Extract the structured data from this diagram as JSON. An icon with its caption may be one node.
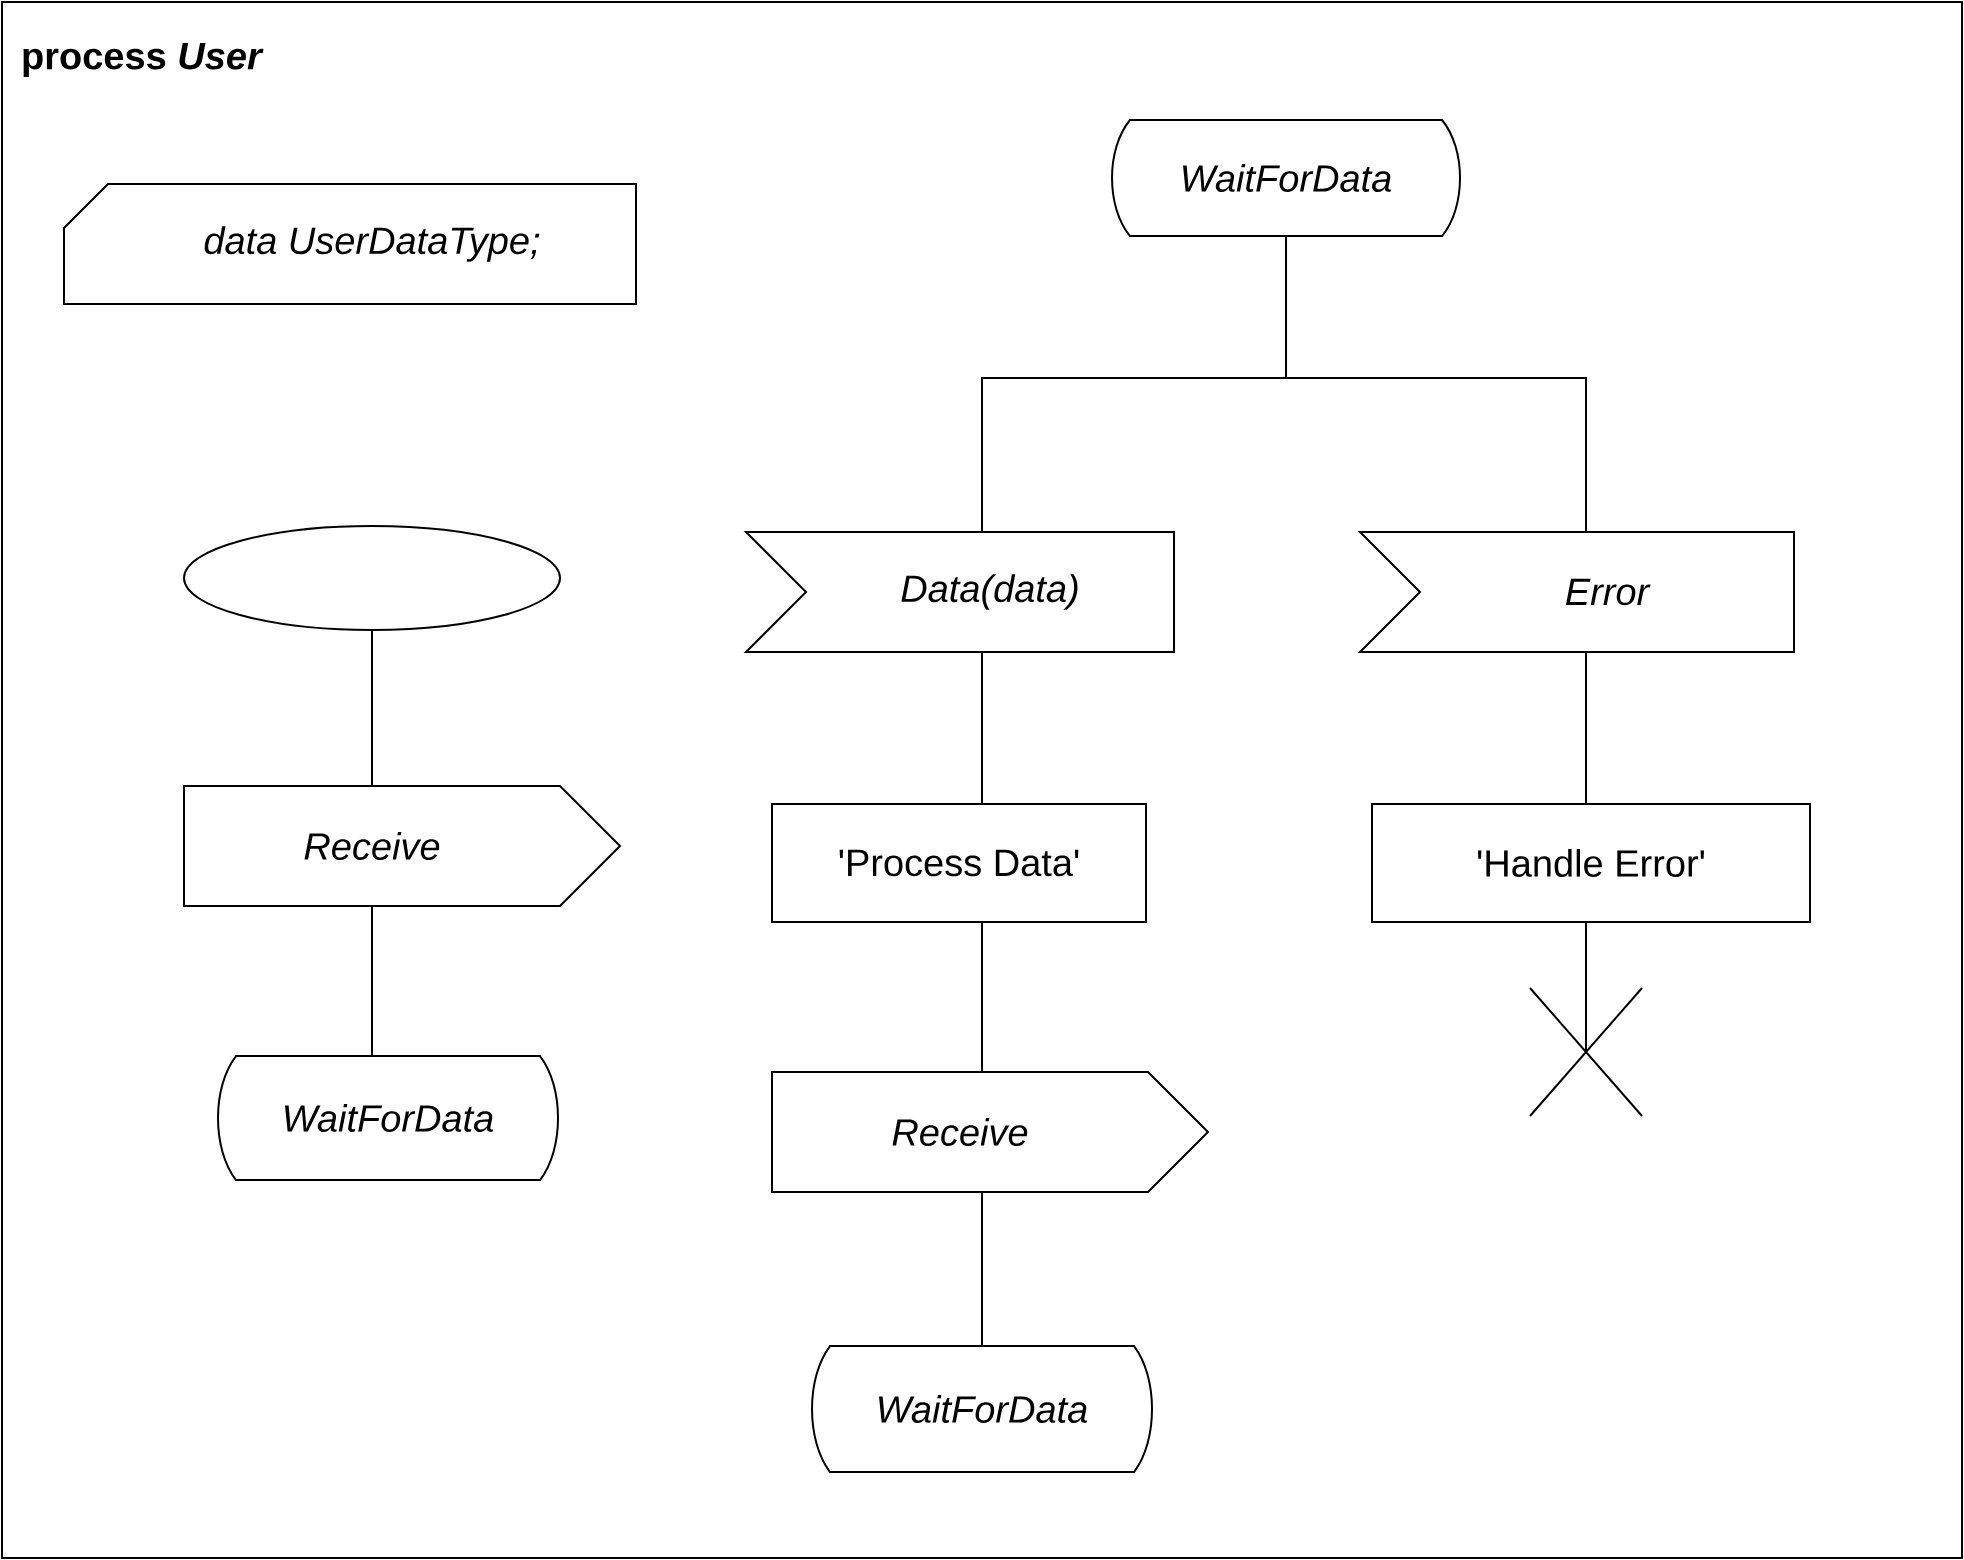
{
  "diagram": {
    "title": "process *User*",
    "nodes": [
      {
        "text": [
          "data UserDataType;"
        ]
      },
      {
        "text": [],
        "shape": "ellipse"
      },
      {
        "text": [
          "Receive"
        ]
      },
      {
        "text": [
          "WaitForData"
        ]
      },
      {
        "text": [
          "WaitForData"
        ]
      },
      {
        "text": [
          "Data(data)"
        ]
      },
      {
        "text": [
          "Error"
        ]
      },
      {
        "text": [
          "'Process Data'"
        ]
      },
      {
        "text": [
          "'Handle Error'"
        ]
      },
      {
        "text": [
          "Receive"
        ]
      },
      {
        "text": [
          "WaitForData"
        ]
      },
      {
        "text": [],
        "shape": "cross"
      }
    ],
    "edges": [
      {
        "from": 1,
        "to": 2,
        "arrow": "none"
      },
      {
        "from": 2,
        "to": 3,
        "arrow": "none"
      },
      {
        "from": 4,
        "to": 5,
        "arrow": "none"
      },
      {
        "from": 4,
        "to": 6,
        "arrow": "none"
      },
      {
        "from": 5,
        "to": 7,
        "arrow": "none"
      },
      {
        "from": 7,
        "to": 9,
        "arrow": "none"
      },
      {
        "from": 9,
        "to": 10,
        "arrow": "none"
      },
      {
        "from": 6,
        "to": 8,
        "arrow": "none"
      },
      {
        "from": 8,
        "to": 11,
        "arrow": "none"
      }
    ]
  }
}
